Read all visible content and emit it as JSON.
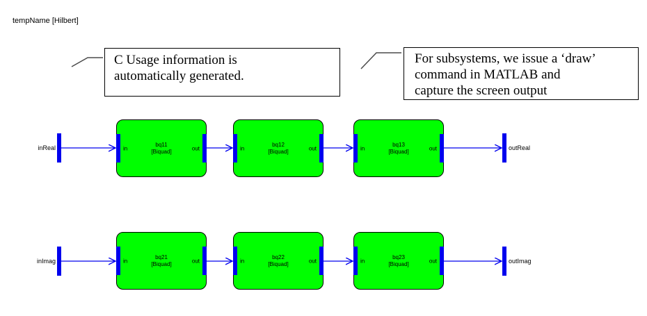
{
  "title": "tempName [Hilbert]",
  "callouts": [
    {
      "lines": [
        "C Usage information is",
        "automatically generated."
      ]
    },
    {
      "lines": [
        "For subsystems, we issue a ‘draw’",
        "command in MATLAB and",
        "capture the screen output"
      ]
    }
  ],
  "rows": [
    {
      "input_label": "inReal",
      "output_label": "outReal",
      "blocks": [
        {
          "name": "bq11",
          "type": "[Biquad]",
          "in_label": "in",
          "out_label": "out"
        },
        {
          "name": "bq12",
          "type": "[Biquad]",
          "in_label": "in",
          "out_label": "out"
        },
        {
          "name": "bq13",
          "type": "[Biquad]",
          "in_label": "in",
          "out_label": "out"
        }
      ]
    },
    {
      "input_label": "inImag",
      "output_label": "outImag",
      "blocks": [
        {
          "name": "bq21",
          "type": "[Biquad]",
          "in_label": "in",
          "out_label": "out"
        },
        {
          "name": "bq22",
          "type": "[Biquad]",
          "in_label": "in",
          "out_label": "out"
        },
        {
          "name": "bq23",
          "type": "[Biquad]",
          "in_label": "in",
          "out_label": "out"
        }
      ]
    }
  ],
  "colors": {
    "block_fill": "#00ff00",
    "block_border": "#000000",
    "signal_blue": "#0000ee",
    "callout_border": "#000000",
    "background": "#ffffff"
  }
}
